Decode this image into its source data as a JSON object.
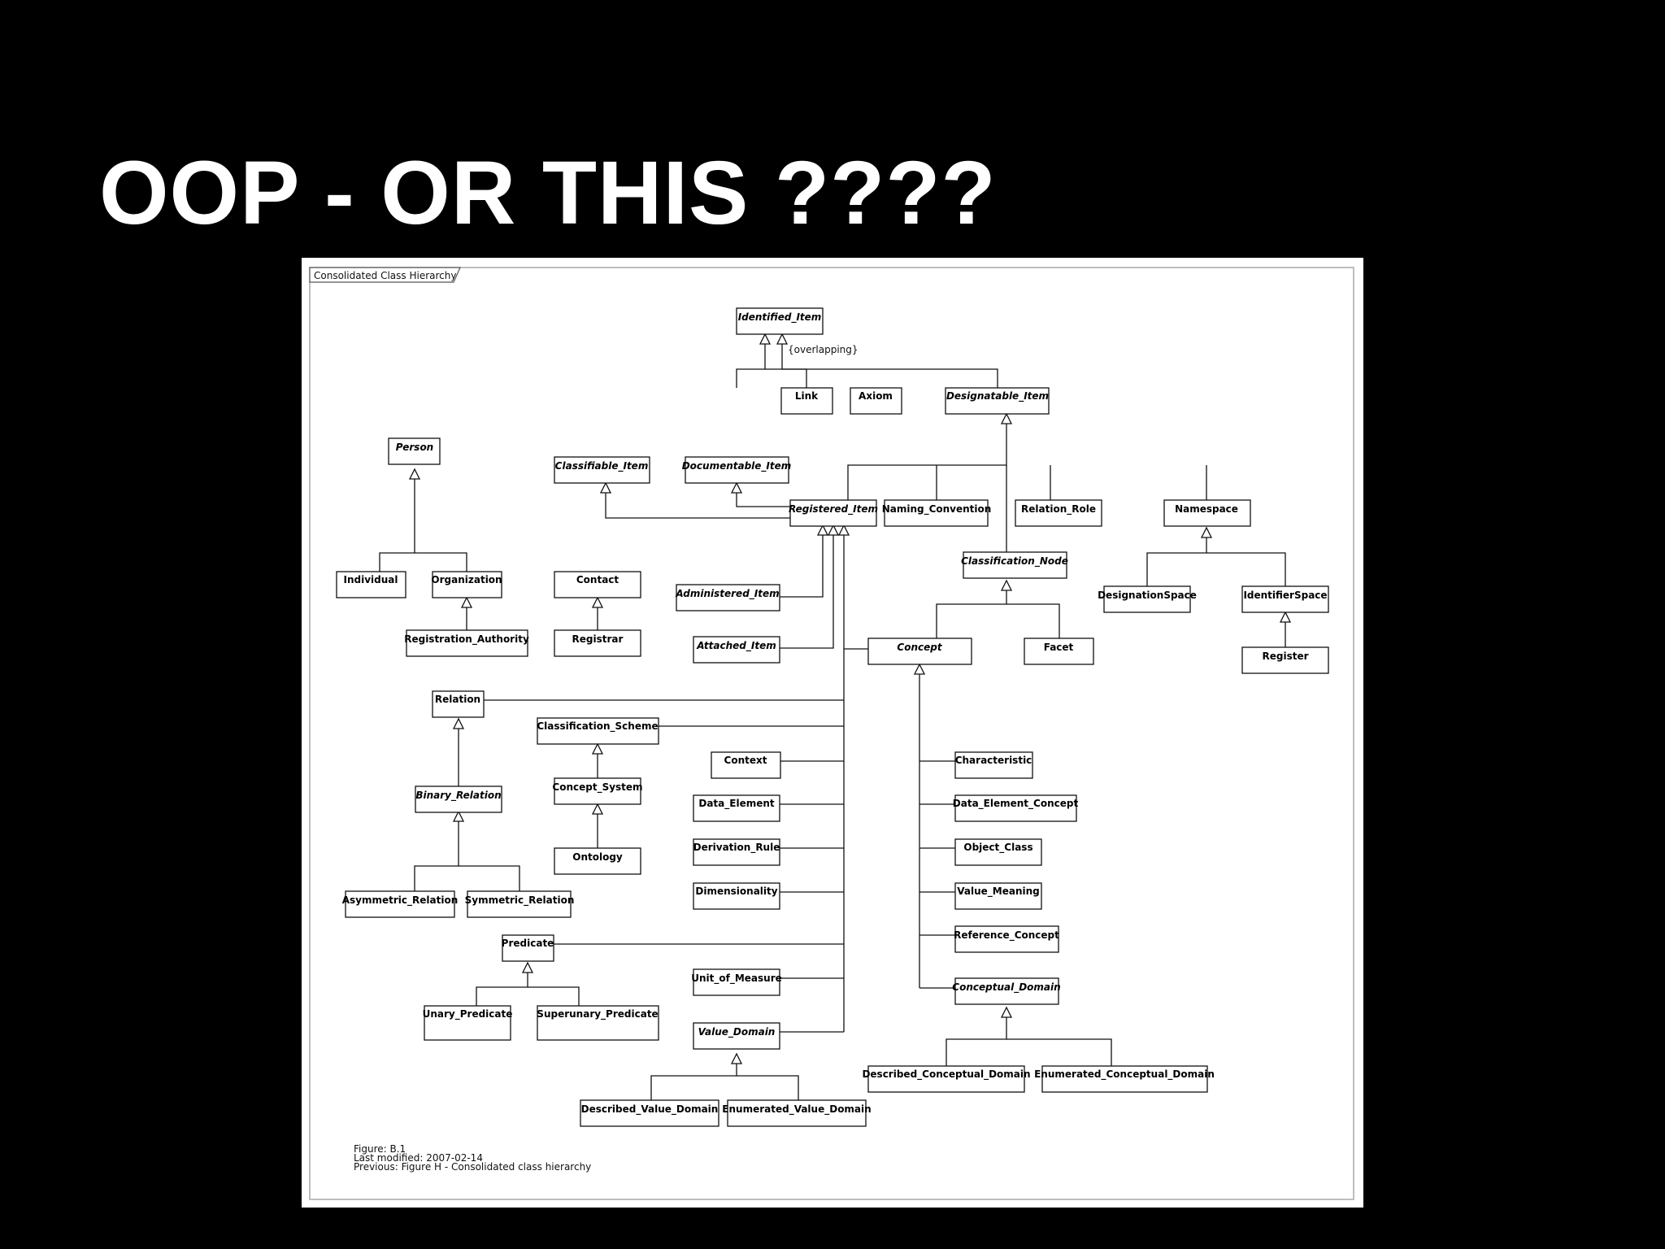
{
  "slide": {
    "title": "OOP - OR THIS ????"
  },
  "diagram": {
    "frame_label": "Consolidated Class Hierarchy",
    "constraint_note": "{overlapping}",
    "footer": {
      "figure": "Figure: B.1",
      "modified": "Last modified: 2007-02-14",
      "previous": "Previous: Figure H - Consolidated class hierarchy"
    },
    "classes": {
      "identified_item": "Identified_Item",
      "link": "Link",
      "axiom": "Axiom",
      "designatable_item": "Designatable_Item",
      "person": "Person",
      "classifiable_item": "Classifiable_Item",
      "documentable_item": "Documentable_Item",
      "registered_item": "Registered_Item",
      "naming_convention": "Naming_Convention",
      "relation_role": "Relation_Role",
      "namespace": "Namespace",
      "individual": "Individual",
      "organization": "Organization",
      "contact": "Contact",
      "classification_node": "Classification_Node",
      "designation_space": "DesignationSpace",
      "identifier_space": "IdentifierSpace",
      "administered_item": "Administered_Item",
      "registration_authority": "Registration_Authority",
      "registrar": "Registrar",
      "attached_item": "Attached_Item",
      "concept": "Concept",
      "facet": "Facet",
      "register": "Register",
      "relation": "Relation",
      "classification_scheme": "Classification_Scheme",
      "context": "Context",
      "characteristic": "Characteristic",
      "binary_relation": "Binary_Relation",
      "concept_system": "Concept_System",
      "data_element": "Data_Element",
      "data_element_concept": "Data_Element_Concept",
      "derivation_rule": "Derivation_Rule",
      "object_class": "Object_Class",
      "ontology": "Ontology",
      "asymmetric_relation": "Asymmetric_Relation",
      "symmetric_relation": "Symmetric_Relation",
      "dimensionality": "Dimensionality",
      "value_meaning": "Value_Meaning",
      "predicate": "Predicate",
      "reference_concept": "Reference_Concept",
      "unit_of_measure": "Unit_of_Measure",
      "conceptual_domain": "Conceptual_Domain",
      "unary_predicate": "Unary_Predicate",
      "superunary_predicate": "Superunary_Predicate",
      "value_domain": "Value_Domain",
      "described_conceptual_domain": "Described_Conceptual_Domain",
      "enumerated_conceptual_domain": "Enumerated_Conceptual_Domain",
      "described_value_domain": "Described_Value_Domain",
      "enumerated_value_domain": "Enumerated_Value_Domain"
    }
  }
}
